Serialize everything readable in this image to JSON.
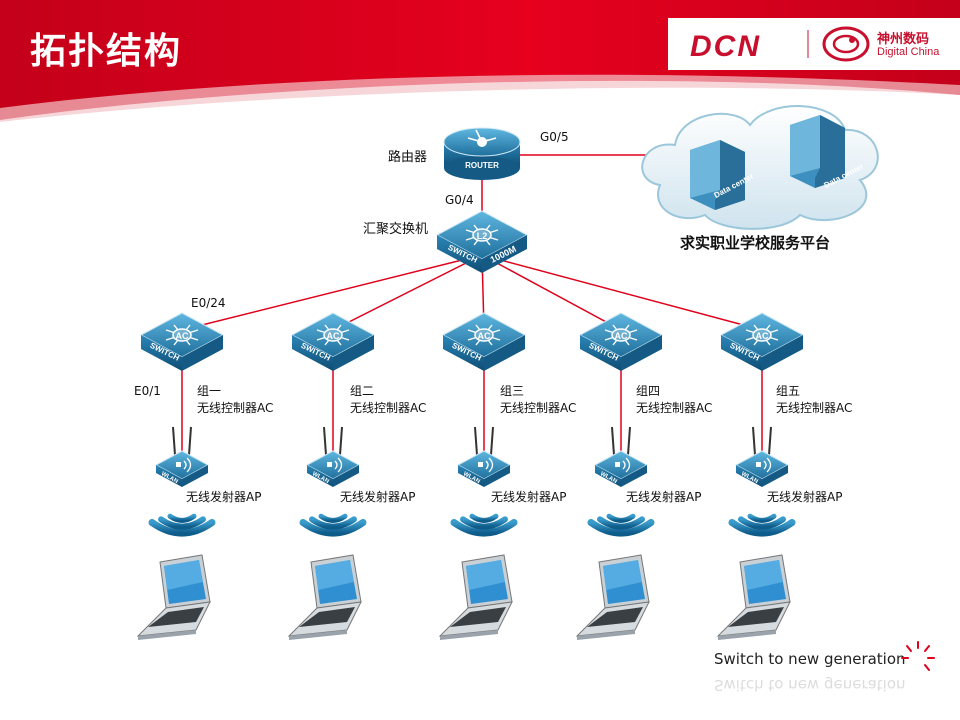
{
  "header": {
    "title": "拓扑结构",
    "logo_text": "DCN",
    "brand_cn": "神州数码",
    "brand_en": "Digital China",
    "colors": {
      "red": "#d0021b",
      "dark_red": "#b30012"
    }
  },
  "core": {
    "router_label": "路由器",
    "router_device_text": "ROUTER",
    "router_port_to_dc": "G0/5",
    "router_port_to_switch": "G0/4",
    "agg_label": "汇聚交换机",
    "agg_device_text": "SWITCH",
    "agg_speed_text": "1000M",
    "agg_badge": "L2"
  },
  "datacenter": {
    "label": "求实职业学校服务平台",
    "bldg1": "Data center",
    "bldg2": "Data center"
  },
  "ports": {
    "agg_downlink": "E0/24",
    "ac_downlink": "E0/1"
  },
  "device_text": {
    "ac_badge": "AC",
    "ac_switch_text": "SWITCH",
    "ap_text": "WLAN"
  },
  "groups": [
    {
      "name": "组一",
      "ac_label": "无线控制器AC",
      "ap_label": "无线发射器AP"
    },
    {
      "name": "组二",
      "ac_label": "无线控制器AC",
      "ap_label": "无线发射器AP"
    },
    {
      "name": "组三",
      "ac_label": "无线控制器AC",
      "ap_label": "无线发射器AP"
    },
    {
      "name": "组四",
      "ac_label": "无线控制器AC",
      "ap_label": "无线发射器AP"
    },
    {
      "name": "组五",
      "ac_label": "无线控制器AC",
      "ap_label": "无线发射器AP"
    }
  ],
  "footer": {
    "slogan": "Switch to new generation"
  },
  "link_color": "#e0001b"
}
